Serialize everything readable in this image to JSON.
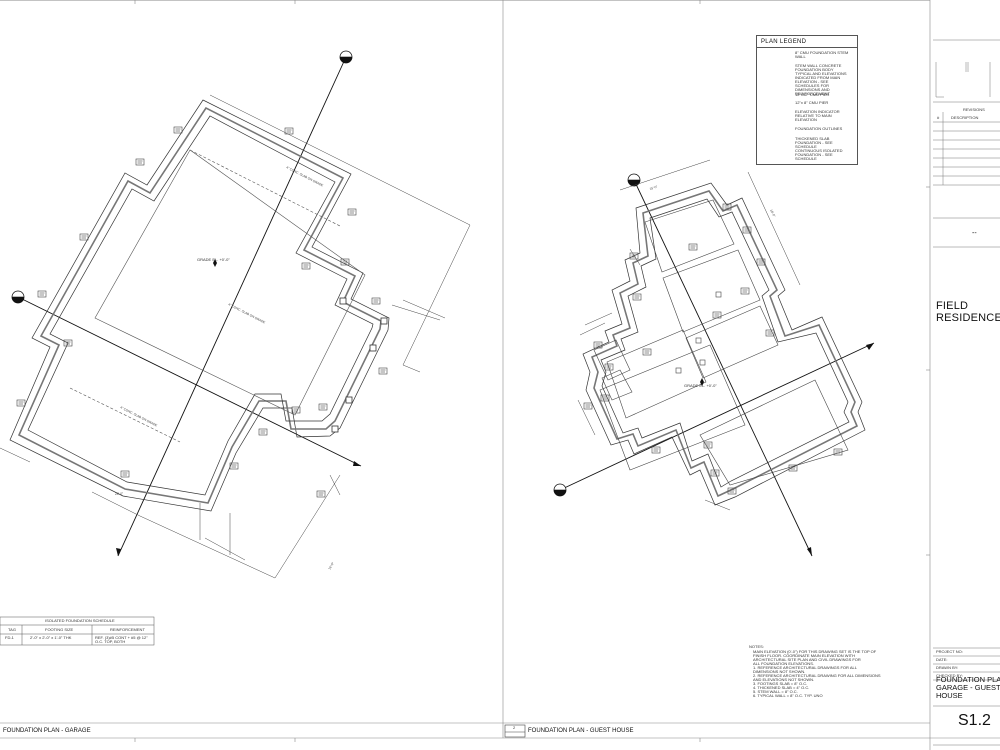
{
  "drawing_titles": {
    "left": "FOUNDATION PLAN - GARAGE",
    "right": "FOUNDATION PLAN - GUEST HOUSE",
    "right_callout": "2"
  },
  "legend": {
    "title": "PLAN LEGEND",
    "items": [
      "8\" CMU FOUNDATION STEM WALL",
      "STEM WALL CONCRETE FOUNDATION BODY TYPICAL AND ELEVATIONS INDICATED FROM MAIN ELEVATION - SEE SCHEDULES FOR DIMENSIONS AND REINFORCEMENT",
      "12\"x12\" CMU PIER",
      "12\"x 8\" CMU PIER",
      "ELEVATION INDICATOR RELATIVE TO MAIN ELEVATION",
      "FOUNDATION OUTLINES",
      "THICKENED SLAB FOUNDATION - SEE SCHEDULE",
      "CONTINUOUS ISOLATED FOUNDATION - SEE SCHEDULE"
    ]
  },
  "schedule": {
    "title": "ISOLATED FOUNDATION SCHEDULE",
    "headers": [
      "TAG",
      "FOOTING SIZE",
      "REINFORCEMENT"
    ],
    "rows": [
      [
        "FD-1",
        "2'-0\" x 2'-0\" x 1'-0\" THK",
        "REF. (3)#5 CONT + #5 @ 12\" O.C. TOP, BOTH"
      ]
    ]
  },
  "notes": {
    "title": "NOTES:",
    "lines": [
      "MAIN ELEVATION (0'-0\") FOR THIS DRAWING SET IS THE TOP OF",
      "FINISH FLOOR. COORDINATE MAIN ELEVATION WITH",
      "ARCHITECTURAL SITE PLAN AND CIVIL DRAWINGS FOR",
      "ALL FOUNDATION ELEVATIONS.",
      "1.  REFERENCE ARCHITECTURAL DRAWINGS FOR ALL",
      "    DIMENSIONS NOT SHOWN.",
      "2.  REFERENCE ARCHITECTURAL DRAWING FOR ALL DIMENSIONS",
      "    AND ELEVATIONS NOT SHOWN.",
      "3.  FOOTINGS SLAB = 8\" O.C.",
      "4.  THICKENED SLAB = 4\" O.C.",
      "5.  STEM WALL = 8\" O.C.",
      "6.  TYPICAL WALL = 8\" O.C. TYP. UNO"
    ]
  },
  "plan_labels": {
    "garage_elev": "GRADE EL. +0'-0\"",
    "guest_elev": "GRADE EL. +0'-0\""
  },
  "title_block": {
    "revisions_title": "REVISIONS",
    "rev_headers": [
      "#",
      "DESCRIPTION"
    ],
    "dash": "--",
    "project_name": "FIELD RESIDENCE",
    "meta_labels": [
      "PROJECT NO:",
      "DATE:",
      "DRAWN BY:",
      "CHECKED BY:"
    ],
    "sheet_title": "FOUNDATION PLAN GARAGE - GUEST HOUSE",
    "sheet_number": "S1.2"
  }
}
